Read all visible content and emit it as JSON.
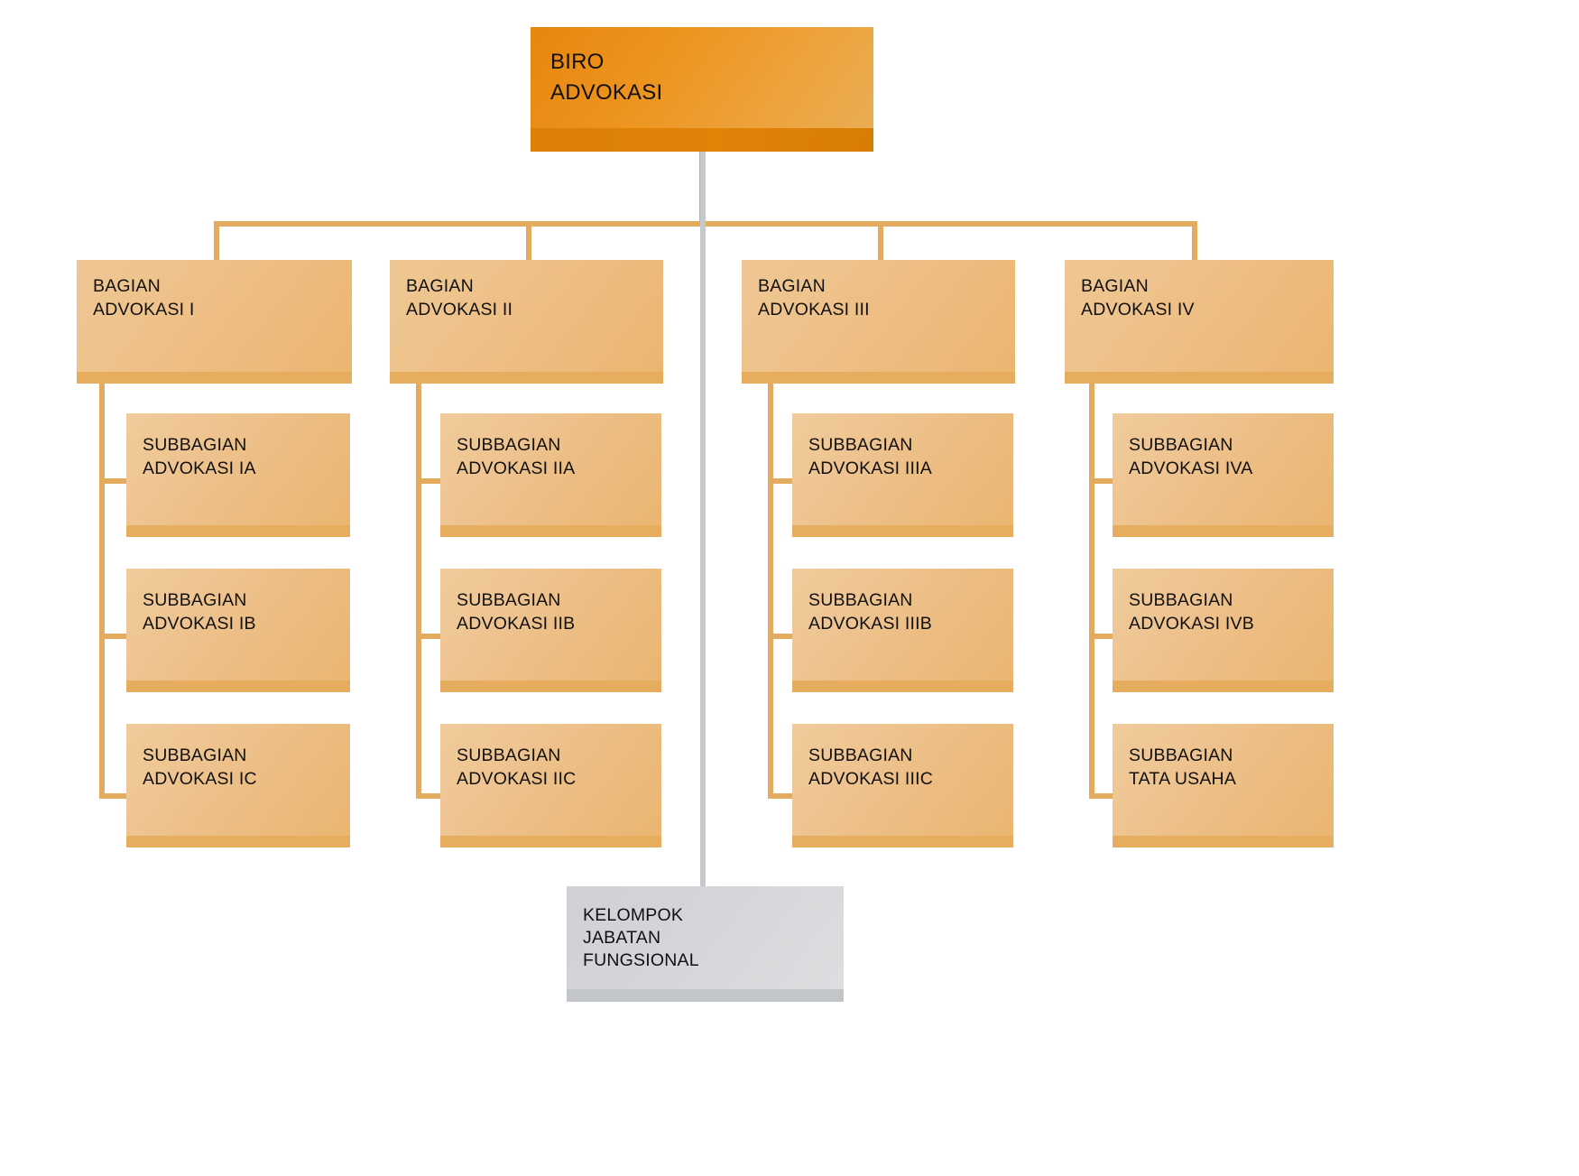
{
  "diagram": {
    "type": "organization-chart",
    "title_box": {
      "label": "BIRO\nADVOKASI",
      "color": "#e8860e"
    },
    "colors": {
      "root_fill": "#e8860e",
      "root_foot": "#dd7f07",
      "branch_fill": "#eec28b",
      "branch_foot": "#e7ad5e",
      "connector": "#e3ab5e",
      "staff_fill": "#d3d5d8",
      "staff_connector": "#c6c9cc",
      "text": "#111111"
    },
    "branches": [
      {
        "label": "BAGIAN\nADVOKASI I",
        "children": [
          {
            "label": "SUBBAGIAN\nADVOKASI IA"
          },
          {
            "label": "SUBBAGIAN\nADVOKASI IB"
          },
          {
            "label": "SUBBAGIAN\nADVOKASI IC"
          }
        ]
      },
      {
        "label": "BAGIAN\nADVOKASI II",
        "children": [
          {
            "label": "SUBBAGIAN\nADVOKASI IIA"
          },
          {
            "label": "SUBBAGIAN\nADVOKASI IIB"
          },
          {
            "label": "SUBBAGIAN\nADVOKASI IIC"
          }
        ]
      },
      {
        "label": "BAGIAN\nADVOKASI III",
        "children": [
          {
            "label": "SUBBAGIAN\nADVOKASI IIIA"
          },
          {
            "label": "SUBBAGIAN\nADVOKASI IIIB"
          },
          {
            "label": "SUBBAGIAN\nADVOKASI IIIC"
          }
        ]
      },
      {
        "label": "BAGIAN\nADVOKASI IV",
        "children": [
          {
            "label": "SUBBAGIAN\nADVOKASI IVA"
          },
          {
            "label": "SUBBAGIAN\nADVOKASI IVB"
          },
          {
            "label": "SUBBAGIAN\nTATA USAHA"
          }
        ]
      }
    ],
    "staff_box": {
      "label": "KELOMPOK\nJABATAN\nFUNGSIONAL"
    }
  }
}
